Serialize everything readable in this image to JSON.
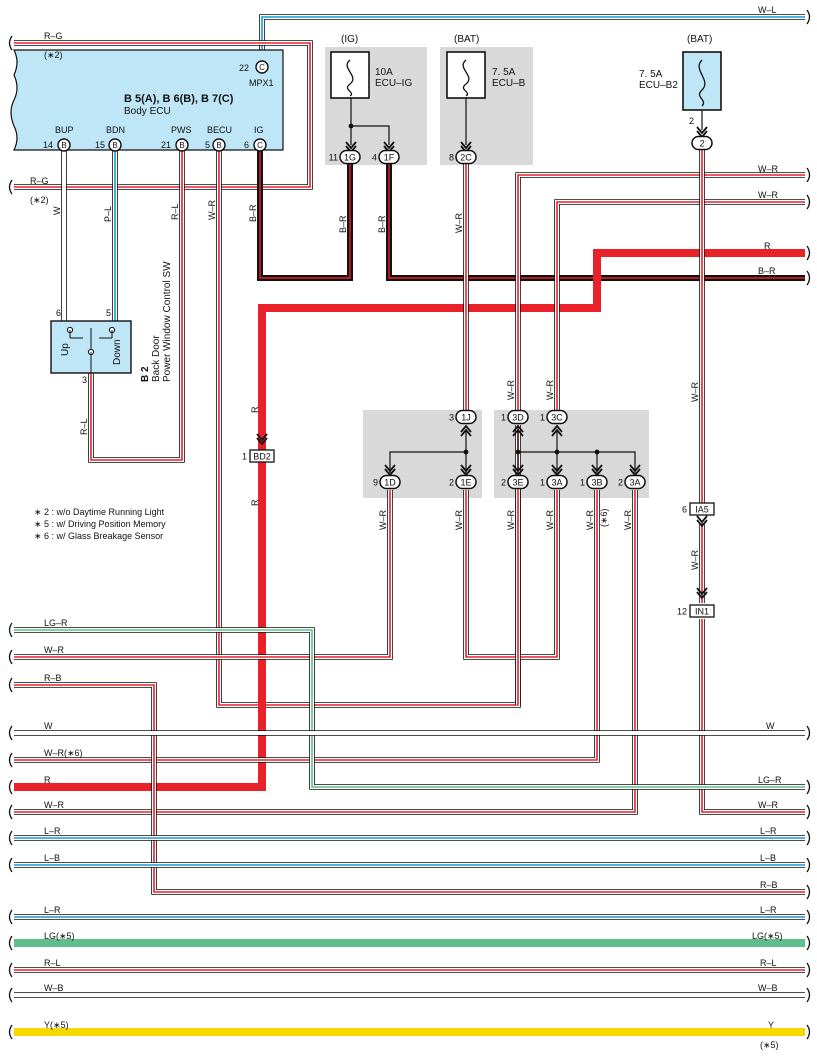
{
  "notes": [
    "∗ 2 : w/o Daytime Running Light",
    "∗ 5 : w/ Driving Position Memory",
    "∗ 6 : w/ Glass Breakage Sensor"
  ],
  "ecu": {
    "title": "B 5(A), B 6(B), B 7(C)",
    "name": "Body ECU",
    "mpx": "MPX1",
    "mpx_pin": "22",
    "mpx_conn": "C",
    "pins": [
      {
        "label": "BUP",
        "num": "14",
        "conn": "B"
      },
      {
        "label": "BDN",
        "num": "15",
        "conn": "B"
      },
      {
        "label": "PWS",
        "num": "21",
        "conn": "B"
      },
      {
        "label": "BECU",
        "num": "5",
        "conn": "B"
      },
      {
        "label": "IG",
        "num": "6",
        "conn": "C"
      }
    ]
  },
  "fuses": [
    {
      "source": "(IG)",
      "rating": "10A",
      "name": "ECU–IG"
    },
    {
      "source": "(BAT)",
      "rating": "7. 5A",
      "name": "ECU–B"
    },
    {
      "source": "(BAT)",
      "rating": "7. 5A",
      "name": "ECU–B2"
    }
  ],
  "switch": {
    "code": "B 2",
    "line1": "Back Door",
    "line2": "Power Window Control SW",
    "up": "Up",
    "down": "Down",
    "pin_up": "6",
    "pin_down": "5",
    "pin_bottom": "3"
  },
  "connectors": [
    {
      "num": "11",
      "id": "1G"
    },
    {
      "num": "4",
      "id": "1F"
    },
    {
      "num": "8",
      "id": "2C"
    },
    {
      "num": "2",
      "id": "2"
    },
    {
      "num": "3",
      "id": "1J"
    },
    {
      "num": "1",
      "id": "3D"
    },
    {
      "num": "1",
      "id": "3C"
    },
    {
      "num": "9",
      "id": "1D"
    },
    {
      "num": "2",
      "id": "1E"
    },
    {
      "num": "2",
      "id": "3E"
    },
    {
      "num": "1",
      "id": "3A"
    },
    {
      "num": "1",
      "id": "3B"
    },
    {
      "num": "2",
      "id": "3A"
    },
    {
      "num": "1",
      "id": "BD2"
    },
    {
      "num": "6",
      "id": "IA5"
    },
    {
      "num": "12",
      "id": "IN1"
    },
    {
      "num": "2",
      "id": ""
    }
  ],
  "wire_labels": {
    "top_wl": "W–L",
    "rg_top": "R–G",
    "star2_top": "(∗2)",
    "rg_mid": "R–G",
    "star2_mid": "(∗2)",
    "w": "W",
    "pl": "P–L",
    "rl": "R–L",
    "wr": "W–R",
    "br": "B–R",
    "r": "R",
    "star6": "(∗6)",
    "right_wr1": "W–R",
    "right_wr2": "W–R",
    "right_r": "R",
    "right_br": "B–R"
  },
  "left_buses": [
    "LG–R",
    "W–R",
    "R–B",
    "W",
    "W–R(∗6)",
    "R",
    "W–R",
    "L–R",
    "L–B",
    "L–R",
    "LG(∗5)",
    "R–L",
    "W–B",
    "Y(∗5)"
  ],
  "right_buses": [
    "W",
    "LG–R",
    "W–R",
    "L–R",
    "L–B",
    "R–B",
    "L–R",
    "LG(∗5)",
    "R–L",
    "W–B",
    "Y",
    "(∗5)"
  ],
  "colors": {
    "red": "#e8212b",
    "blue": "#1a9ad6",
    "green": "#5fbf8a",
    "yellow": "#f6d700",
    "ecu_fill": "#bfe6f7",
    "panel_fill": "#d9d9d9",
    "black": "#111111"
  }
}
